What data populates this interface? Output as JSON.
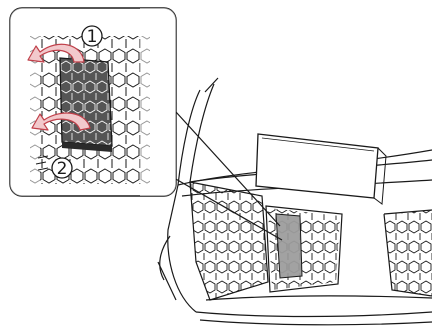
{
  "figure": {
    "step_markers": [
      {
        "label": "1"
      },
      {
        "label": "2"
      }
    ],
    "colors": {
      "line": "#1a1a1a",
      "cover_fill": "#555555",
      "cover_dark": "#2a2a2a",
      "arrow_fill": "#f2c9cc",
      "arrow_stroke": "#c0404a"
    },
    "icons": {
      "step_arrow": "curved-arrow-icon",
      "detail": "inset-callout"
    }
  }
}
